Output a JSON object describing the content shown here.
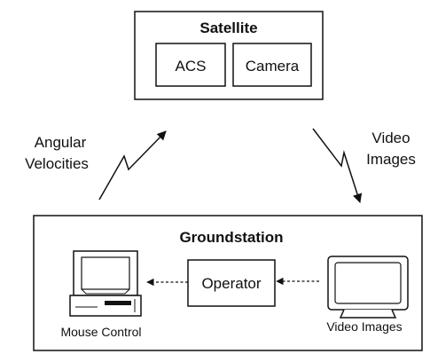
{
  "satellite": {
    "title": "Satellite",
    "components": [
      "ACS",
      "Camera"
    ]
  },
  "groundstation": {
    "title": "Groundstation",
    "operator_label": "Operator",
    "left_device_label": "Mouse Control",
    "right_device_label": "Video Images"
  },
  "links": {
    "uplink_label_line1": "Angular",
    "uplink_label_line2": "Velocities",
    "downlink_label_line1": "Video",
    "downlink_label_line2": "Images"
  },
  "colors": {
    "line": "#111111",
    "screen": "#ffffff",
    "background": "#ffffff"
  }
}
